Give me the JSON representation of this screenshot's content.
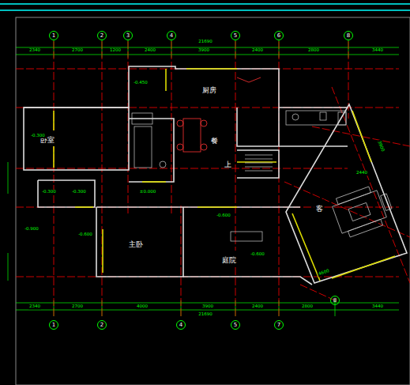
{
  "diagram": {
    "nodes": [
      {
        "text": [
          "1"
        ]
      },
      {
        "text": [
          "2"
        ]
      },
      {
        "text": [
          "3"
        ]
      },
      {
        "text": [
          "4"
        ]
      },
      {
        "text": [
          "5"
        ]
      },
      {
        "text": [
          "6"
        ]
      },
      {
        "text": [
          "8"
        ]
      },
      {
        "text": [
          "厨房"
        ]
      },
      {
        "text": [
          "餐"
        ]
      },
      {
        "text": [
          "卧室"
        ]
      },
      {
        "text": [
          "客"
        ]
      },
      {
        "text": [
          "主卧"
        ]
      },
      {
        "text": [
          "庭院"
        ]
      },
      {
        "text": [
          "1"
        ]
      },
      {
        "text": [
          "2"
        ]
      },
      {
        "text": [
          "4"
        ]
      },
      {
        "text": [
          "5"
        ]
      },
      {
        "text": [
          "7"
        ]
      },
      {
        "text": [
          "8"
        ]
      }
    ],
    "labels": [
      "21690",
      "2340",
      "2700",
      "1200",
      "2400",
      "3900",
      "2400",
      "2800",
      "3440",
      "2340",
      "2700",
      "4000",
      "3900",
      "2400",
      "2800",
      "3440",
      "21690",
      "-0.450",
      "-0.300",
      "-0.300",
      "-0.300",
      "±0.000",
      "-0.900",
      "-0.600",
      "-0.600",
      "-0.600",
      "上",
      "3900",
      "2440",
      "4600"
    ]
  }
}
